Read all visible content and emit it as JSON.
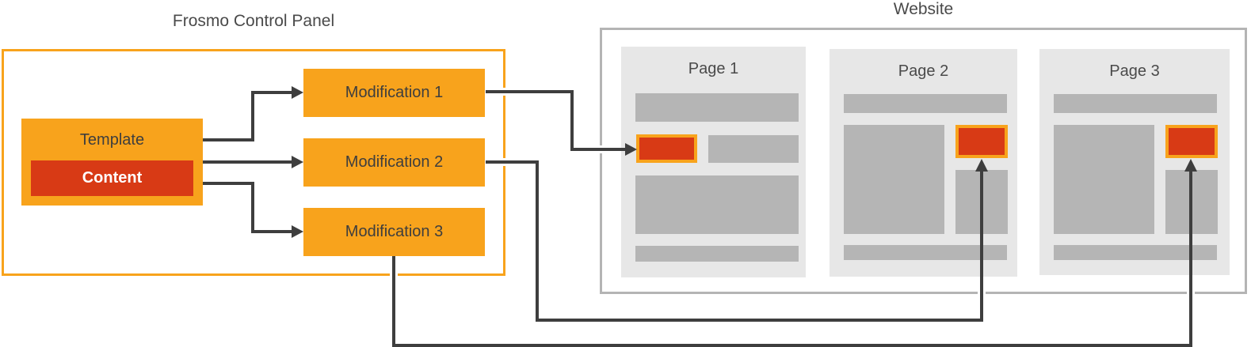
{
  "panel": {
    "title": "Frosmo Control Panel",
    "template_label": "Template",
    "content_label": "Content",
    "modifications": [
      {
        "label": "Modification 1"
      },
      {
        "label": "Modification 2"
      },
      {
        "label": "Modification 3"
      }
    ]
  },
  "website": {
    "title": "Website",
    "pages": [
      {
        "label": "Page 1"
      },
      {
        "label": "Page 2"
      },
      {
        "label": "Page 3"
      }
    ]
  },
  "colors": {
    "orange": "#F8A31C",
    "red": "#D83A15",
    "line": "#3E3E3E",
    "page_bg": "#E7E7E7",
    "placeholder_gray": "#B5B5B5",
    "website_border": "#B4B4B4",
    "label_text": "#3E3E3E",
    "title_text": "#4A4A4A",
    "content_text": "#FFFFFF"
  }
}
